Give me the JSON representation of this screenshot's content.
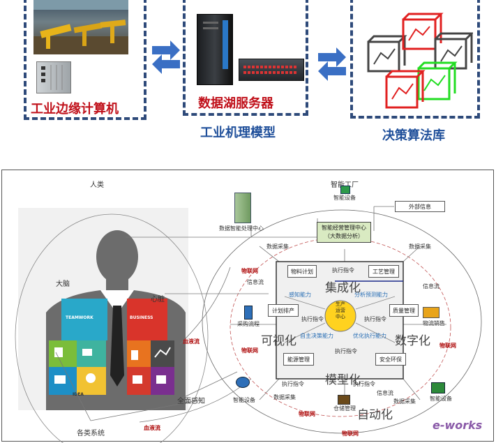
{
  "top": {
    "edge_label": "工业边缘计算机",
    "datalake_label": "数据湖服务器",
    "model_label": "工业机理模型",
    "decision_label": "决策算法库",
    "colors": {
      "dash": "#2e4a7a",
      "red": "#c0101a",
      "blue": "#1f4f9a",
      "arrow": "#3a6fc4"
    }
  },
  "diagram": {
    "human_title": "人类",
    "factory_title": "智能工厂",
    "brain": "大脑",
    "heart": "心脏",
    "blood_flow_1": "血液流",
    "blood_flow_2": "血液流",
    "full_perception": "全面感知",
    "systems": "各类系统",
    "teamwork": "TEAMWORK",
    "business": "BUSINESS",
    "idea": "IDEA",
    "smart_device_top": "智能设备",
    "external_info": "外部信息",
    "data_center": "数据智能处理中心",
    "mgmt_center_line1": "智能经营管理中心",
    "mgmt_center_line2": "（大数据分析）",
    "data_collect_1": "数据采集",
    "data_collect_2": "数据采集",
    "data_collect_3": "数据采集",
    "data_collect_4": "数据采集",
    "iot_1": "物联网",
    "iot_2": "物联网",
    "iot_3": "物联网",
    "iot_4": "物联网",
    "iot_5": "物联网",
    "info_flow_1": "信息流",
    "info_flow_2": "信息流",
    "info_flow_3": "信息流",
    "material_plan": "物料计划",
    "process_mgmt": "工艺管理",
    "plan_schedule": "计划排产",
    "quality_mgmt": "质量管理",
    "energy_mgmt": "能源管理",
    "safety_env": "安全环保",
    "exec_cmd_1": "执行指令",
    "exec_cmd_2": "执行指令",
    "exec_cmd_3": "执行指令",
    "exec_cmd_4": "执行指令",
    "exec_cmd_5": "执行指令",
    "exec_cmd_6": "执行指令",
    "perception": "感知能力",
    "analysis_predict": "分析预测能力",
    "autonomous_decision": "自主决策能力",
    "optimize_exec": "优化执行能力",
    "center_line1": "生产",
    "center_line2": "运营",
    "center_line3": "中心",
    "integration": "集成化",
    "visualization": "可视化",
    "digitalization": "数字化",
    "modeling": "模型化",
    "automation": "自动化",
    "procurement": "采购流程",
    "logistics": "物流销售",
    "smart_device_left": "智能设备",
    "smart_device_right": "智能设备",
    "warehouse": "仓储管理",
    "watermark": "e-works"
  }
}
